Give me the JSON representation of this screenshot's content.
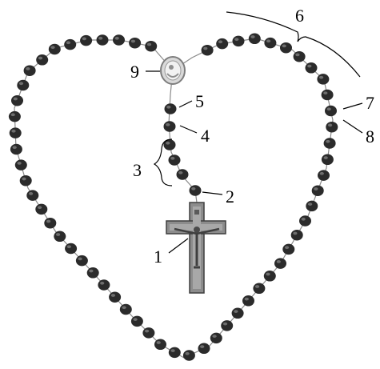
{
  "colors": {
    "bead": "#2b2b2b",
    "bead_highlight": "#6e6e6e",
    "chain": "#8a8a8a",
    "metal": "#7d7d7d",
    "metal_dark": "#3f3f3f",
    "background": "#ffffff",
    "label": "#000000"
  },
  "callouts": [
    {
      "id": "crucifix",
      "label": "1"
    },
    {
      "id": "first-bead",
      "label": "2"
    },
    {
      "id": "three-beads",
      "label": "3"
    },
    {
      "id": "single-bead",
      "label": "4"
    },
    {
      "id": "single-bead-upper",
      "label": "5"
    },
    {
      "id": "decade",
      "label": "6"
    },
    {
      "id": "loop-bead-a",
      "label": "7"
    },
    {
      "id": "loop-bead-b",
      "label": "8"
    },
    {
      "id": "centerpiece-medal",
      "label": "9"
    }
  ],
  "icons": {
    "crucifix": "crucifix-icon",
    "medal": "centerpiece-medal-icon",
    "bead": "bead-icon"
  }
}
